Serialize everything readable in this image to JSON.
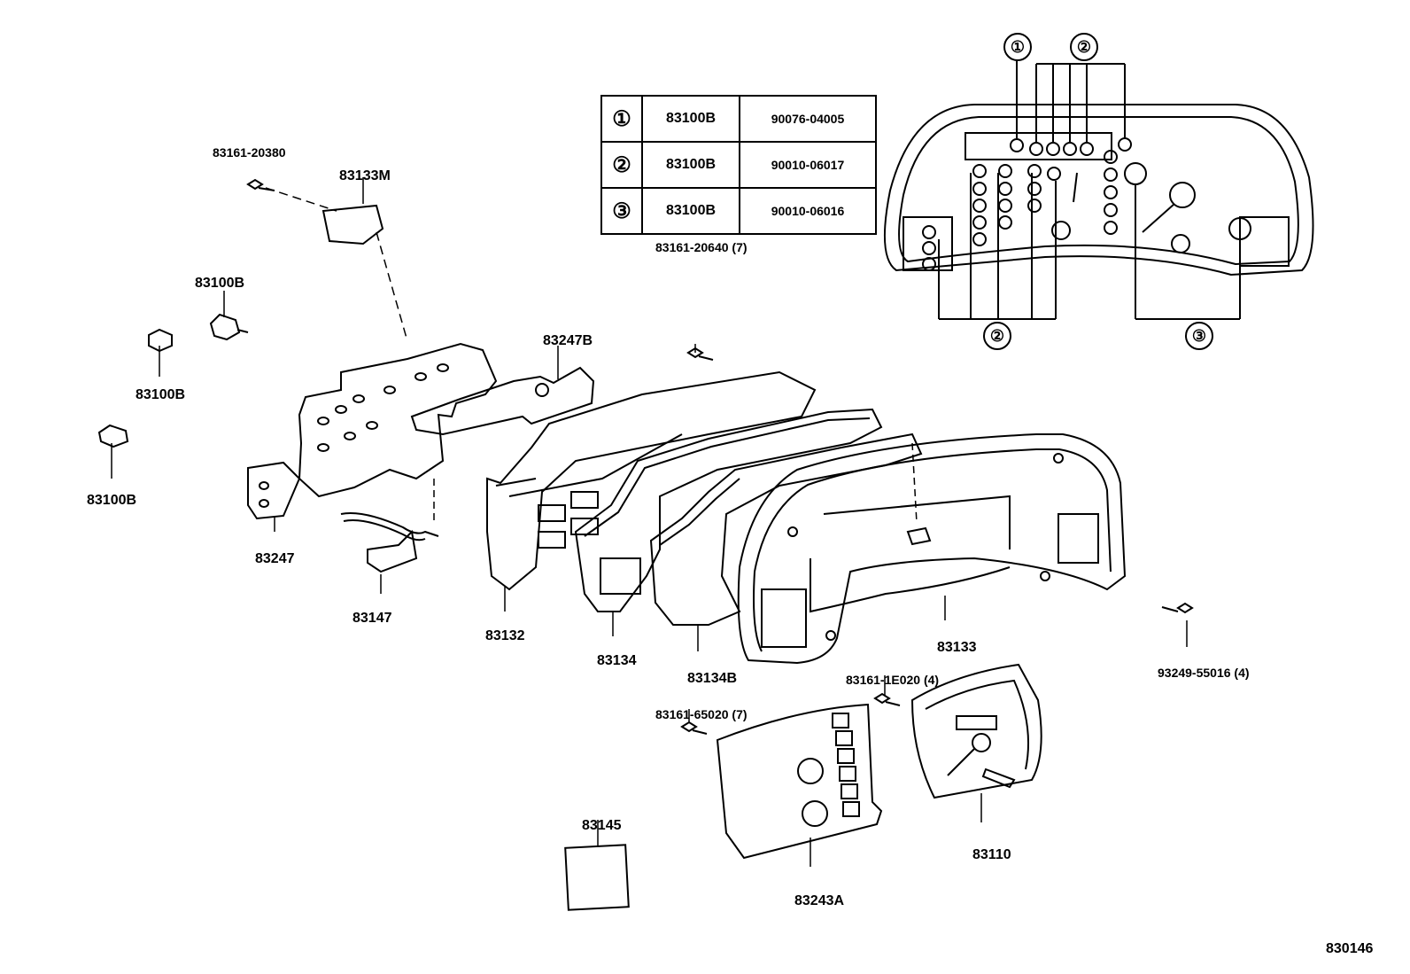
{
  "diagram_id": "830146",
  "parts": {
    "p83161_20380": "83161-20380",
    "p83133M": "83133M",
    "p83100B_a": "83100B",
    "p83100B_b": "83100B",
    "p83100B_c": "83100B",
    "p83247": "83247",
    "p83147": "83147",
    "p83247B": "83247B",
    "p83161_20640": "83161-20640 (7)",
    "p83132": "83132",
    "p83134": "83134",
    "p83134B": "83134B",
    "p83133": "83133",
    "p93249": "93249-55016 (4)",
    "p83161_1E020": "83161-1E020 (4)",
    "p83161_65020": "83161-65020 (7)",
    "p83145": "83145",
    "p83243A": "83243A",
    "p83110": "83110"
  },
  "legend": {
    "rows": [
      {
        "mark": "①",
        "part": "83100B",
        "number": "90076-04005"
      },
      {
        "mark": "②",
        "part": "83100B",
        "number": "90010-06017"
      },
      {
        "mark": "③",
        "part": "83100B",
        "number": "90010-06016"
      }
    ]
  },
  "callouts": {
    "one": "①",
    "two_top": "②",
    "two_bottom": "②",
    "three": "③"
  },
  "colors": {
    "ink": "#000000",
    "paper": "#ffffff"
  }
}
